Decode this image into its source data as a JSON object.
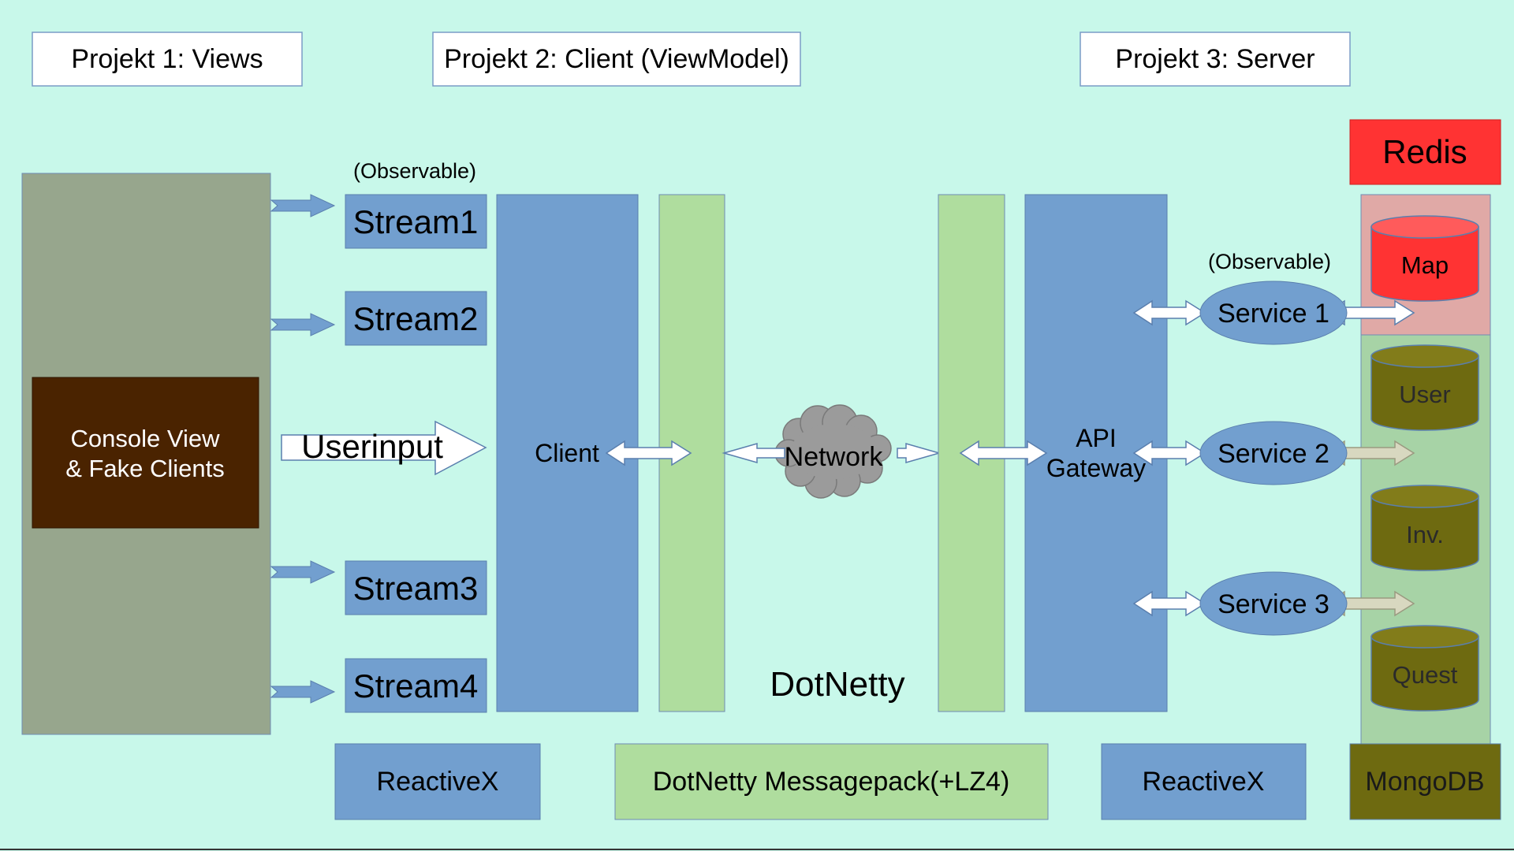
{
  "headers": {
    "project1": "Projekt 1: Views",
    "project2": "Projekt 2: Client (ViewModel)",
    "project3": "Projekt 3: Server"
  },
  "views": {
    "console_line1": "Console View",
    "console_line2": "& Fake Clients",
    "userinput": "Userinput"
  },
  "streams": {
    "observable_label": "(Observable)",
    "items": [
      "Stream1",
      "Stream2",
      "Stream3",
      "Stream4"
    ]
  },
  "client": {
    "label": "Client",
    "network": "Network",
    "dotnetty": "DotNetty"
  },
  "server": {
    "api_line1": "API",
    "api_line2": "Gateway",
    "observable_label": "(Observable)",
    "services": [
      "Service 1",
      "Service 2",
      "Service 3"
    ],
    "redis": "Redis",
    "map": "Map",
    "collections": [
      "User",
      "Inv.",
      "Quest"
    ]
  },
  "footer": {
    "reactivex_left": "ReactiveX",
    "messagepack": "DotNetty Messagepack(+LZ4)",
    "reactivex_right": "ReactiveX",
    "mongodb": "MongoDB"
  },
  "colors": {
    "background": "#c8f8ea",
    "blue": "#729fcf",
    "green": "#afdd9e",
    "console": "#4a2300",
    "views_panel": "#97a68d",
    "redis": "#ff3333",
    "redis_panel": "#e0a9a6",
    "mongo_panel": "#a7d3a6",
    "olive": "#6e6a10"
  }
}
